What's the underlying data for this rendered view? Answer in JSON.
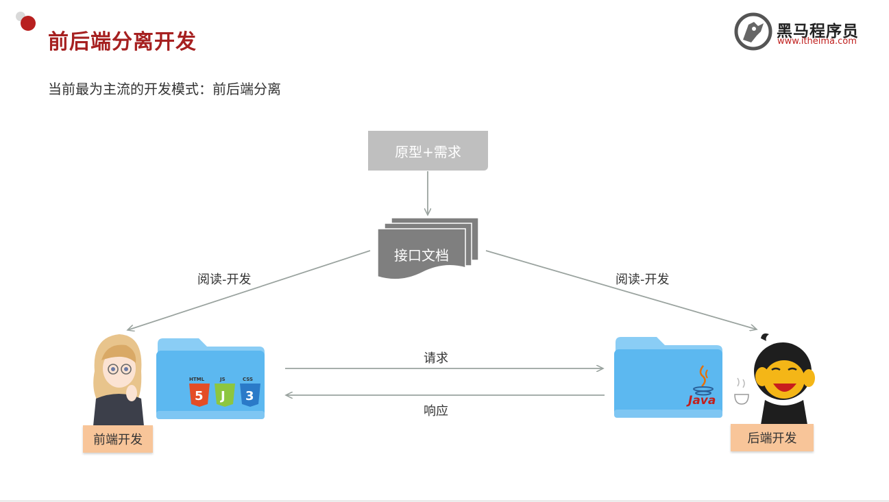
{
  "slide": {
    "title": "前后端分离开发",
    "subtitle": "当前最为主流的开发模式：前后端分离"
  },
  "logo": {
    "name_cn": "黑马程序员",
    "url": "www.itheima.com"
  },
  "diagram": {
    "prototype_label": "原型+需求",
    "api_doc_label": "接口文档",
    "read_develop_left": "阅读-开发",
    "read_develop_right": "阅读-开发",
    "request_label": "请求",
    "response_label": "响应",
    "frontend_label": "前端开发",
    "backend_label": "后端开发",
    "frontend_tech": [
      "HTML",
      "JS",
      "CSS"
    ],
    "backend_tech": "Java"
  },
  "colors": {
    "title_red": "#a62020",
    "bullet_red": "#b8201f",
    "gray_box": "#bfbfbf",
    "doc_gray": "#7f7f7f",
    "arrow_gray": "#9aa39f",
    "folder_blue": "#5cb8f0",
    "tag_orange": "#f8c599"
  }
}
